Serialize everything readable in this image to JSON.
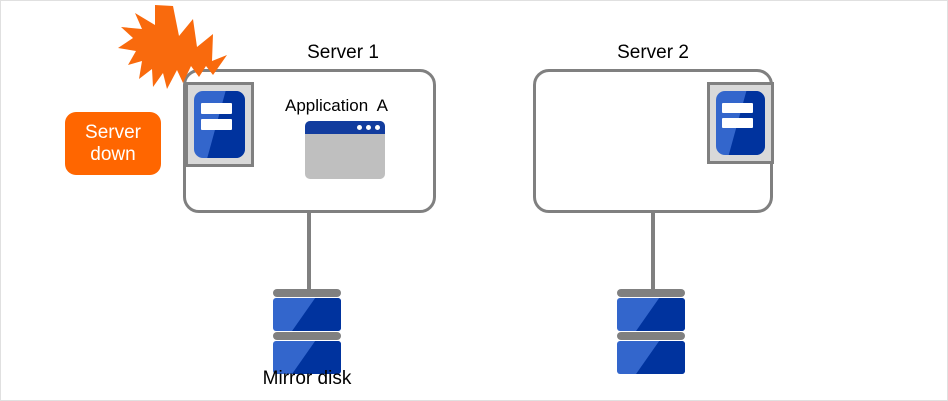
{
  "diagram": {
    "title": "Mirror disk cluster failover diagram",
    "colors": {
      "box_border": "#808080",
      "server_icon_blue": "#3366cc",
      "server_icon_navy": "#00339e",
      "server_icon_frame": "#d9d9d9",
      "app_title_bar": "#123c9e",
      "app_body": "#bfbfbf",
      "alert_orange": "#ff6600",
      "canvas_border": "#e0e0e0"
    }
  },
  "servers": [
    {
      "caption": "Server 1",
      "icon_name": "server-machine-icon",
      "application": {
        "label": "Application  A",
        "window_icon": "application-window-icon",
        "dots": 3
      },
      "status": "down"
    },
    {
      "caption": "Server 2",
      "icon_name": "server-machine-icon",
      "application": null,
      "status": "standby"
    }
  ],
  "alert": {
    "line1": "Server",
    "line2": "down",
    "burst_icon": "explosion-burst-icon"
  },
  "storage": [
    {
      "caption": "Mirror disk",
      "icon_name": "disk-stack-icon"
    },
    {
      "caption": "",
      "icon_name": "disk-stack-icon"
    }
  ]
}
